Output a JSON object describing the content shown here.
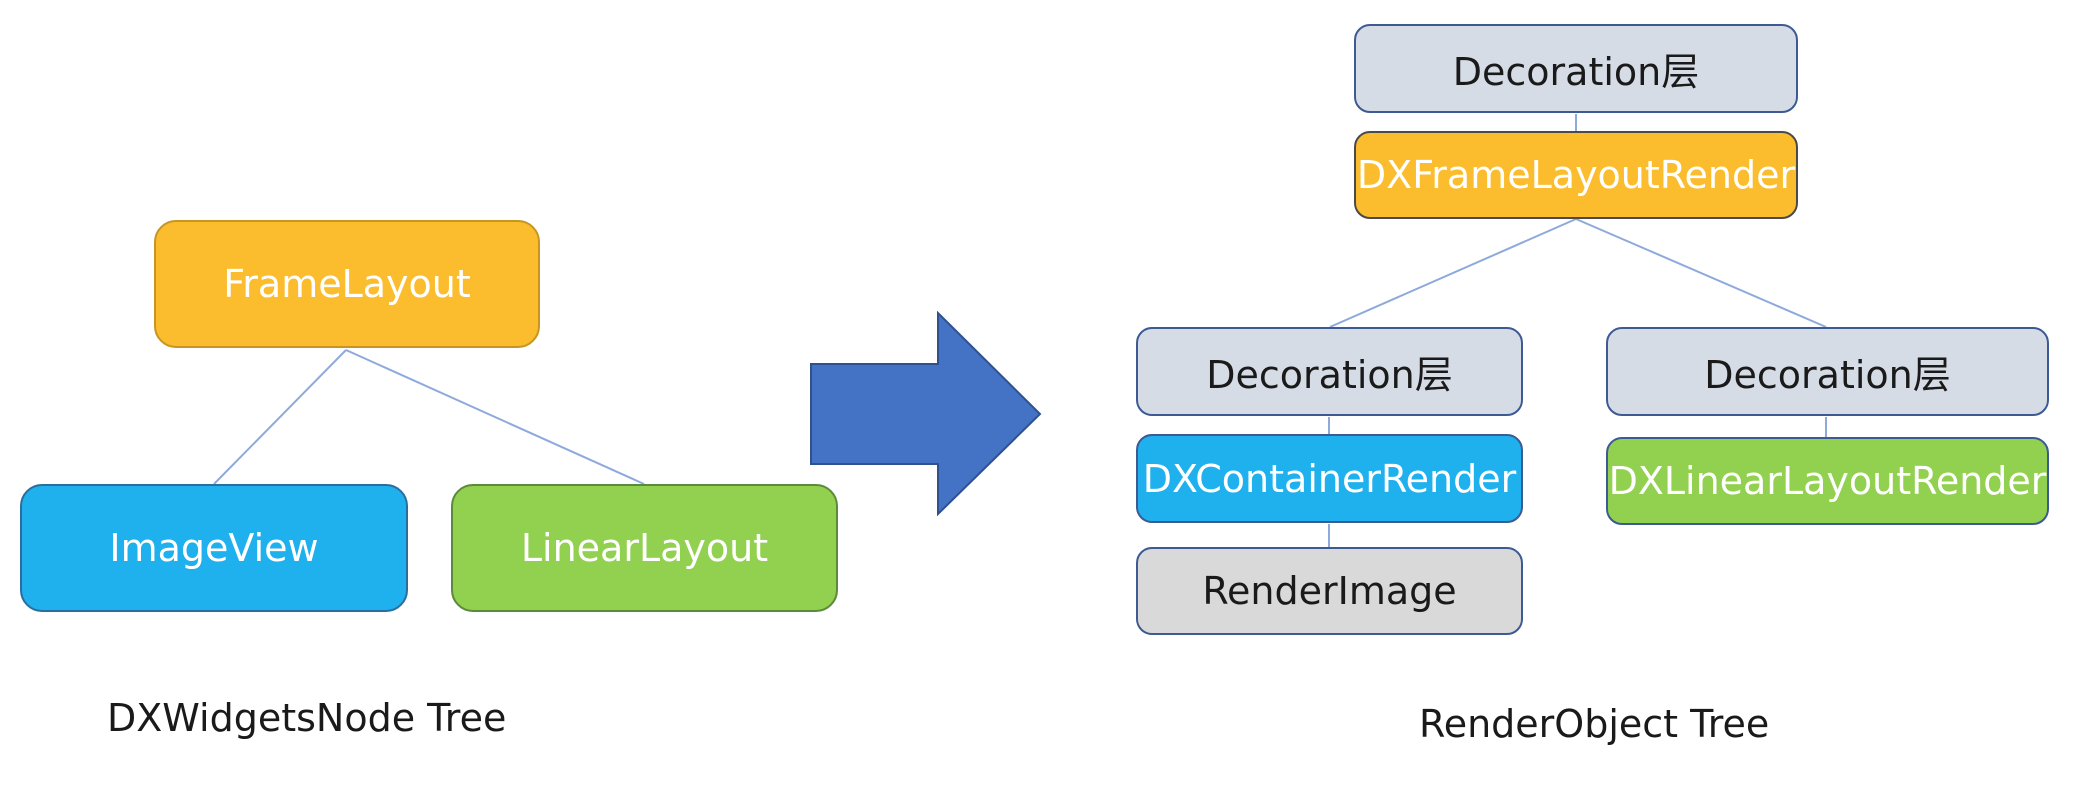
{
  "left_tree": {
    "root": "FrameLayout",
    "children": [
      "ImageView",
      "LinearLayout"
    ],
    "caption": "DXWidgetsNode Tree"
  },
  "right_tree": {
    "top_decoration": "Decoration层",
    "root": "DXFrameLayoutRender",
    "left_decoration": "Decoration层",
    "left_child": "DXContainerRender",
    "left_grandchild": "RenderImage",
    "right_decoration": "Decoration层",
    "right_child": "DXLinearLayoutRender",
    "caption": "RenderObject Tree"
  },
  "colors": {
    "orange": "#fbbd2e",
    "blue": "#1fb0ee",
    "green": "#92d050",
    "decoration": "#d6dce5",
    "gray": "#d9d9d9",
    "arrow": "#4472c4",
    "line": "#8ea9db"
  }
}
